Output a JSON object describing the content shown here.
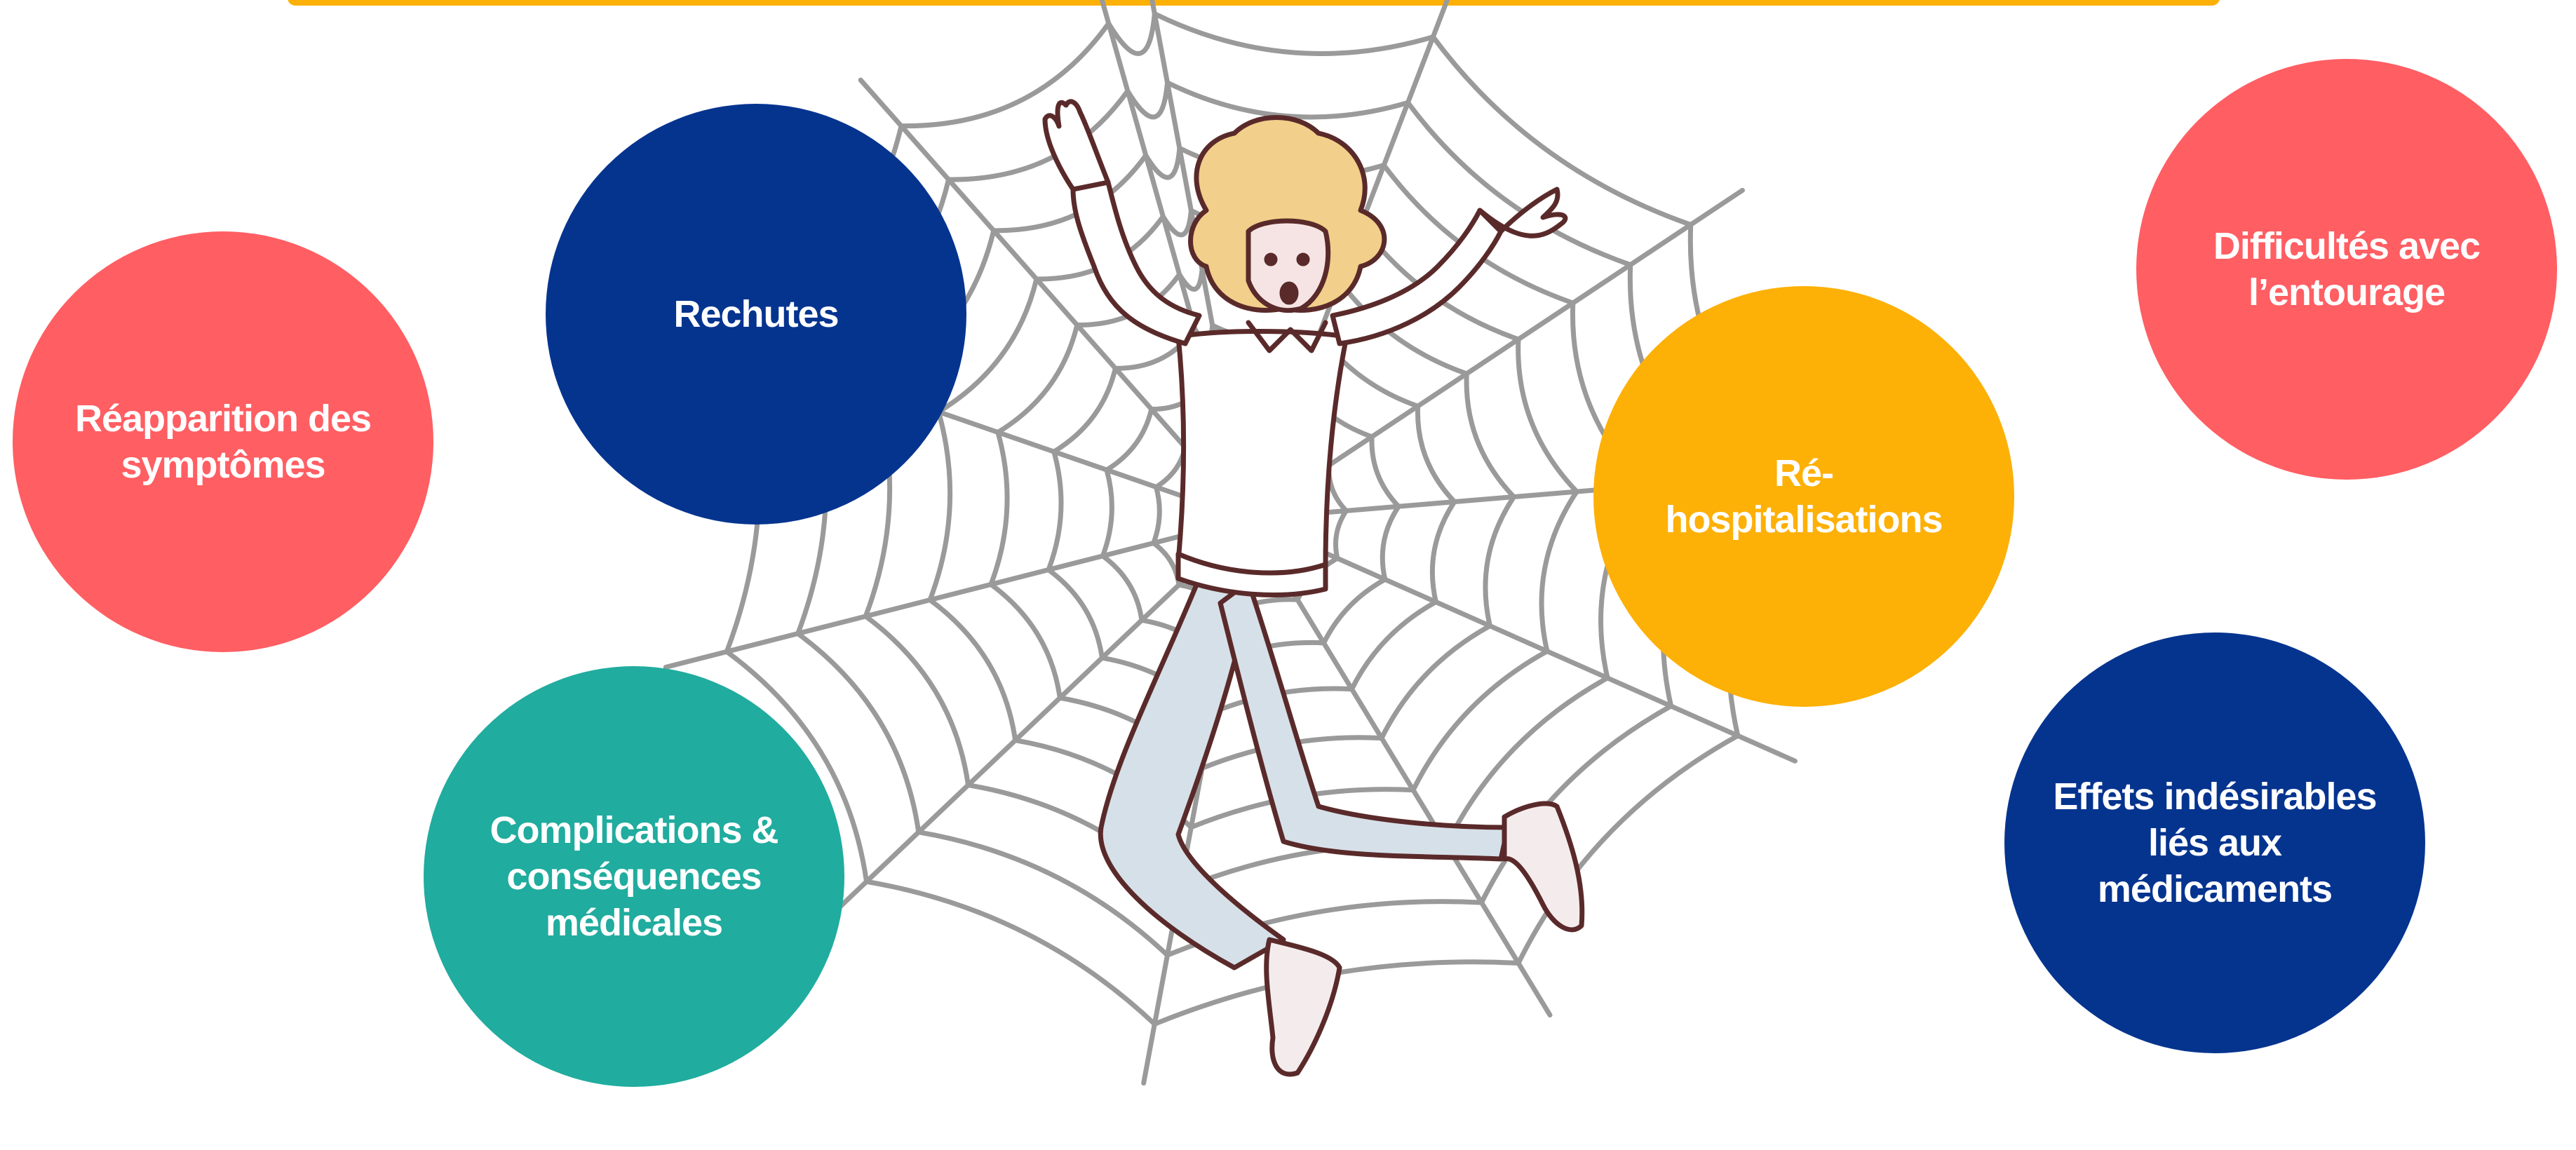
{
  "colors": {
    "coral": "#FF5E63",
    "navy": "#05348F",
    "amber": "#FDB006",
    "teal": "#20AC9E",
    "web": "#9A9A9A",
    "outline": "#5A2A2A",
    "hair": "#F2CF8B",
    "jeans": "#D6E0E8"
  },
  "bubbles": [
    {
      "id": "reapparition",
      "label": "Réapparition des\nsymptômes",
      "color": "#FF5E63"
    },
    {
      "id": "rechutes",
      "label": "Rechutes",
      "color": "#05348F"
    },
    {
      "id": "complications",
      "label": "Complications &\nconséquences\nmédicales",
      "color": "#20AC9E"
    },
    {
      "id": "rehospitalisations",
      "label": "Ré-\nhospitalisations",
      "color": "#FDB006"
    },
    {
      "id": "difficultes",
      "label": "Difficultés avec\nl’entourage",
      "color": "#FF5E63"
    },
    {
      "id": "effets",
      "label": "Effets indésirables\nliés aux\nmédicaments",
      "color": "#05348F"
    }
  ],
  "illustration": {
    "subject": "woman-caught-in-spider-web"
  }
}
